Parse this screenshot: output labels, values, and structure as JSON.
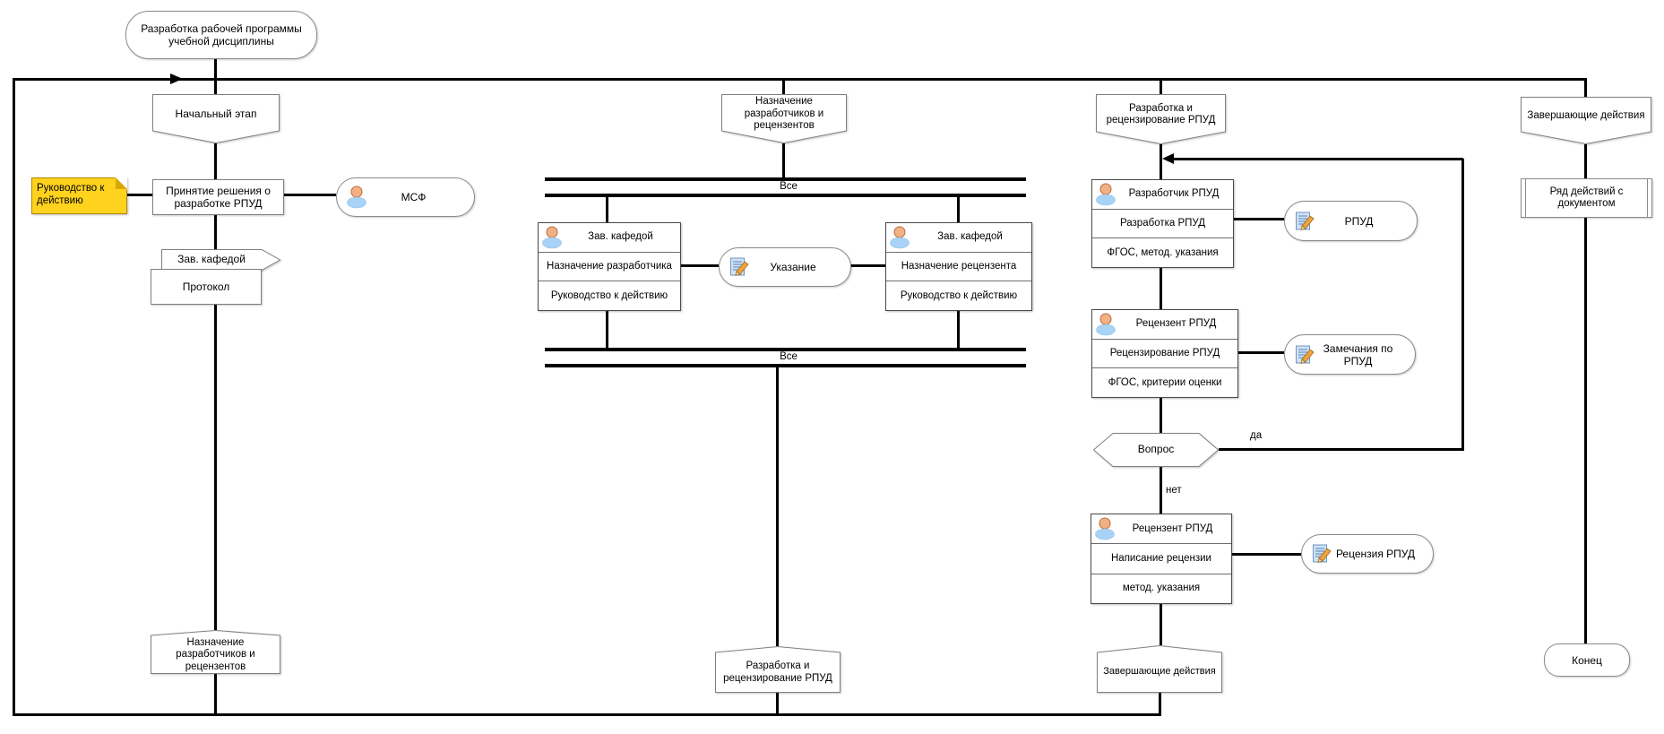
{
  "diagram_title": "Разработка рабочей программы учебной дисциплины",
  "edge_labels": {
    "all_top": "Все",
    "all_bottom": "Все",
    "yes": "да",
    "no": "нет"
  },
  "col1": {
    "header": "Начальный этап",
    "note": "Руководство к действию",
    "decision": "Принятие решения о разработке РПУД",
    "msf": "МСФ",
    "banner": "Зав. кафедой",
    "protocol": "Протокол",
    "footer": "Назначение разработчиков и рецензентов"
  },
  "col2": {
    "header": "Назначение разработчиков и рецензентов",
    "developer_assign": {
      "role": "Зав. кафедой",
      "action": "Назначение разработчика",
      "input": "Руководство к действию"
    },
    "reviewer_assign": {
      "role": "Зав. кафедой",
      "action": "Назначение рецензента",
      "input": "Руководство к действию"
    },
    "instruction_doc": "Указание",
    "footer": "Разработка и рецензирование РПУД"
  },
  "col3": {
    "header": "Разработка и рецензирование РПУД",
    "develop": {
      "role": "Разработчик РПУД",
      "action": "Разработка РПУД",
      "input": "ФГОС, метод. указания"
    },
    "rpud_doc": "РПУД",
    "review": {
      "role": "Рецензент РПУД",
      "action": "Рецензирование РПУД",
      "input": "ФГОС, критерии оценки"
    },
    "remarks_doc": "Замечания по РПУД",
    "question": "Вопрос",
    "write_review": {
      "role": "Рецензент РПУД",
      "action": "Написание рецензии",
      "input": "метод. указания"
    },
    "review_doc": "Рецензия РПУД",
    "footer": "Завершающие действия"
  },
  "col4": {
    "header": "Завершающие действия",
    "doc_actions": "Ряд действий с документом",
    "end": "Конец"
  },
  "colors": {
    "connector": "#000000",
    "shape_border": "#808080",
    "note_fill": "#ffd21e",
    "note_border": "#b08900",
    "person_head": "#f2b185",
    "person_body": "#a9d3f6",
    "doc_page": "#cfe2f5",
    "pencil": "#efa33c"
  }
}
